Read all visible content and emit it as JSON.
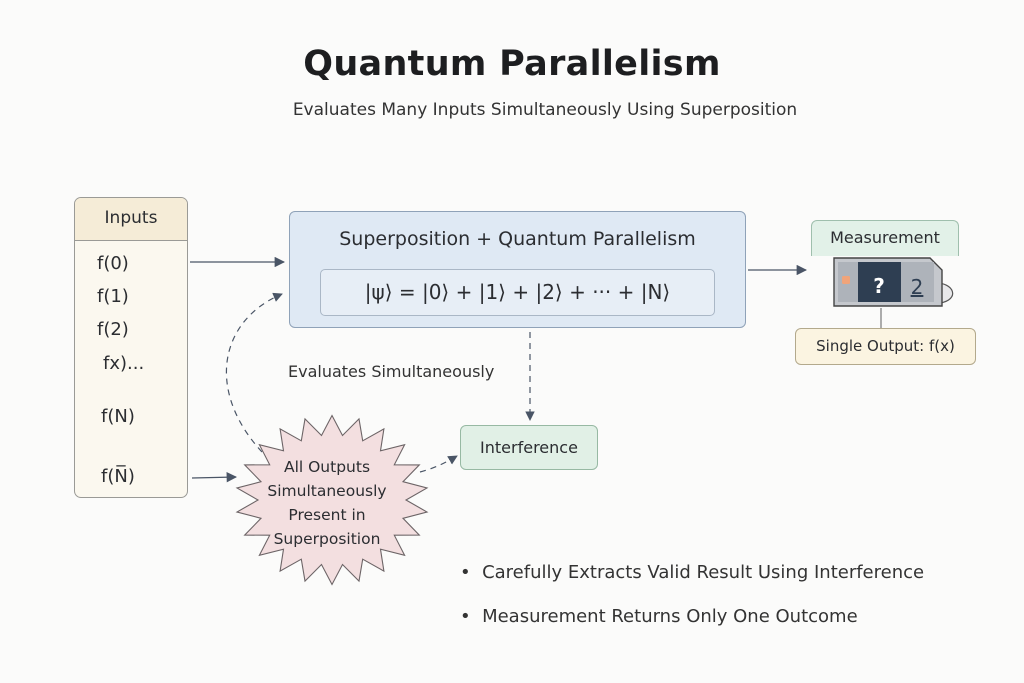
{
  "title": "Quantum Parallelism",
  "subtitle": "Evaluates Many Inputs Simultaneously Using Superposition",
  "inputs": {
    "header": "Inputs",
    "items": [
      "f(0)",
      "f(1)",
      "f(2)",
      "fx)...",
      "f(N)",
      "f(N̅)"
    ]
  },
  "superposition": {
    "title": "Superposition + Quantum Parallelism",
    "equation": "|ψ⟩ = |0⟩ + |1⟩ + |2⟩ + ··· + |N⟩"
  },
  "measurement": {
    "label": "Measurement",
    "device_symbol": "?",
    "device_digit": "2",
    "output": "Single Output: f(x)"
  },
  "evaluates_label": "Evaluates Simultaneously",
  "all_outputs": "All Outputs Simultaneously Present in Superposition",
  "interference": "Interference",
  "bullets": [
    "Carefully Extracts Valid Result Using Interference",
    "Measurement Returns Only One Outcome"
  ],
  "colors": {
    "arrow": "#4a5566",
    "superposition_fill": "#dfe9f4",
    "interference_fill": "#e1f0e6",
    "star_fill": "#f3dfe0",
    "inputs_fill": "#fbf8ef"
  }
}
